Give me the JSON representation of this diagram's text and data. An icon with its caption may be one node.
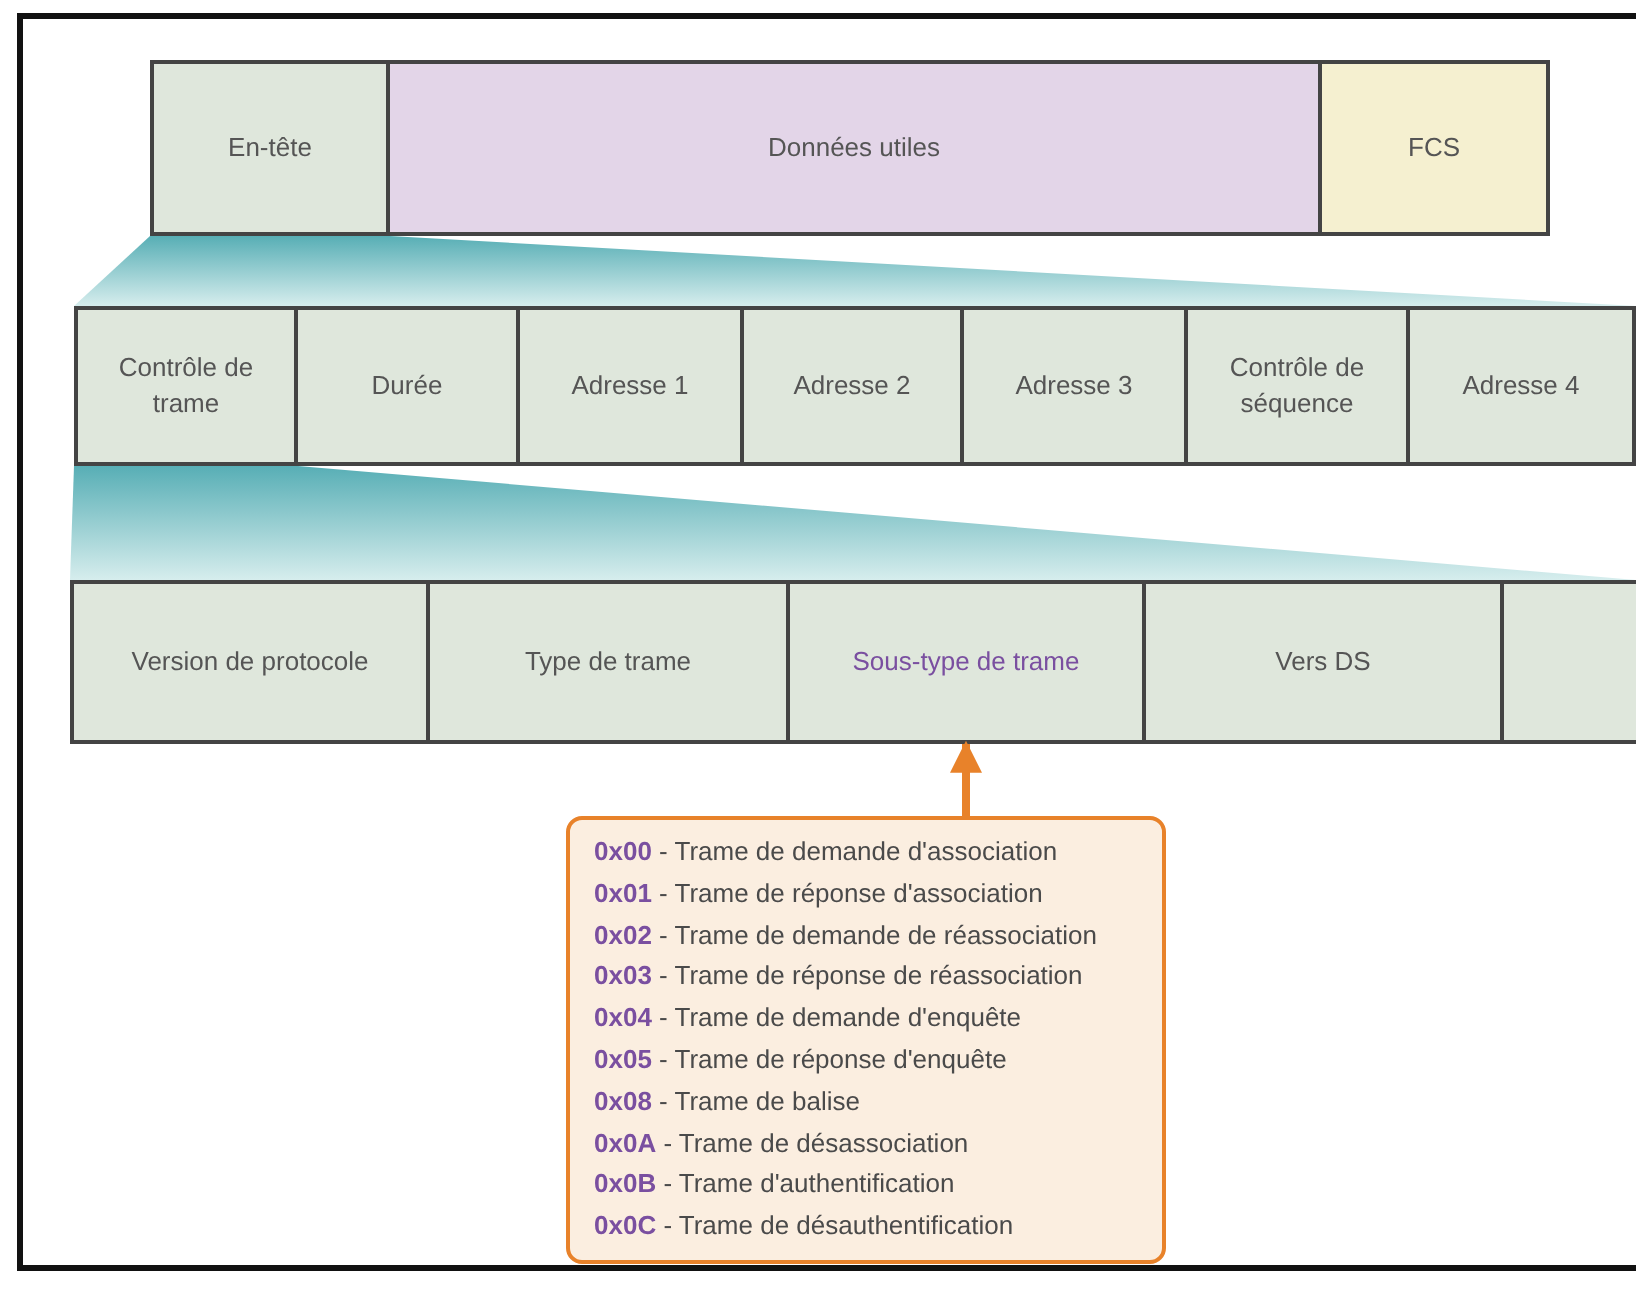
{
  "diagram": {
    "nodes": [
      {
        "text": [
          "En-tête"
        ]
      },
      {
        "text": [
          "Données utiles"
        ]
      },
      {
        "text": [
          "FCS"
        ]
      },
      {
        "text": [
          "Contrôle de trame"
        ]
      },
      {
        "text": [
          "Durée"
        ]
      },
      {
        "text": [
          "Adresse 1"
        ]
      },
      {
        "text": [
          "Adresse 2"
        ]
      },
      {
        "text": [
          "Adresse 3"
        ]
      },
      {
        "text": [
          "Contrôle de séquence"
        ]
      },
      {
        "text": [
          "Adresse 4"
        ]
      },
      {
        "text": [
          "Version de protocole"
        ]
      },
      {
        "text": [
          "Type de trame"
        ]
      },
      {
        "text": [
          "Sous-type de trame"
        ]
      },
      {
        "text": [
          "Vers DS"
        ]
      },
      {
        "text": [],
        "shape": "box"
      },
      {
        "text": [
          "**0x00** - Trame de demande d'association",
          "**0x01** - Trame de réponse d'association",
          "**0x02** - Trame de demande de réassociation",
          "**0x03** - Trame de réponse de réassociation",
          "**0x04** - Trame de demande d'enquête",
          "**0x05** - Trame de réponse d'enquête",
          "**0x08** - Trame de balise",
          "**0x0A** - Trame de désassociation",
          "**0x0B** - Trame d'authentification",
          "**0x0C** - Trame de désauthentification"
        ]
      }
    ],
    "edges": [
      {
        "from": 15,
        "to": 12,
        "arrow": "to",
        "color": "#e8822a"
      }
    ]
  }
}
